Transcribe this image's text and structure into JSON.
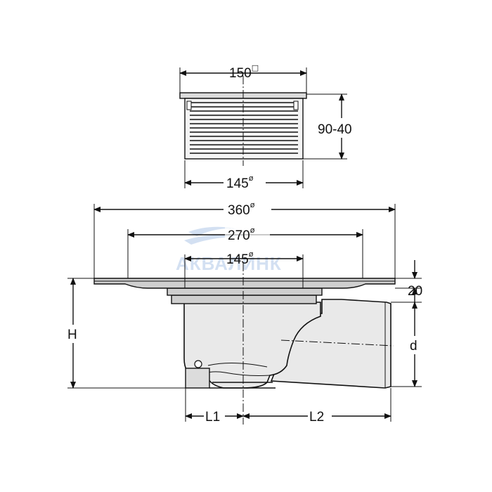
{
  "watermark": {
    "text": "АКВАЛИНК"
  },
  "grate": {
    "dim_width": {
      "value": "150",
      "symbol": "□"
    },
    "dim_height": {
      "value": "90-40"
    },
    "dim_diameter": {
      "value": "145",
      "symbol": "ø"
    }
  },
  "drain": {
    "dim_outer": {
      "value": "360",
      "symbol": "ø"
    },
    "dim_middle": {
      "value": "270",
      "symbol": "ø"
    },
    "dim_inner": {
      "value": "145",
      "symbol": "ø"
    },
    "dim_flange": {
      "value": "20"
    },
    "dim_height": {
      "value": "H"
    },
    "dim_outlet": {
      "value": "d"
    },
    "dim_l1": {
      "value": "L1"
    },
    "dim_l2": {
      "value": "L2"
    }
  },
  "colors": {
    "line": "#111111",
    "body_fill": "#e9e9e9",
    "watermark": "#aec6e8"
  }
}
